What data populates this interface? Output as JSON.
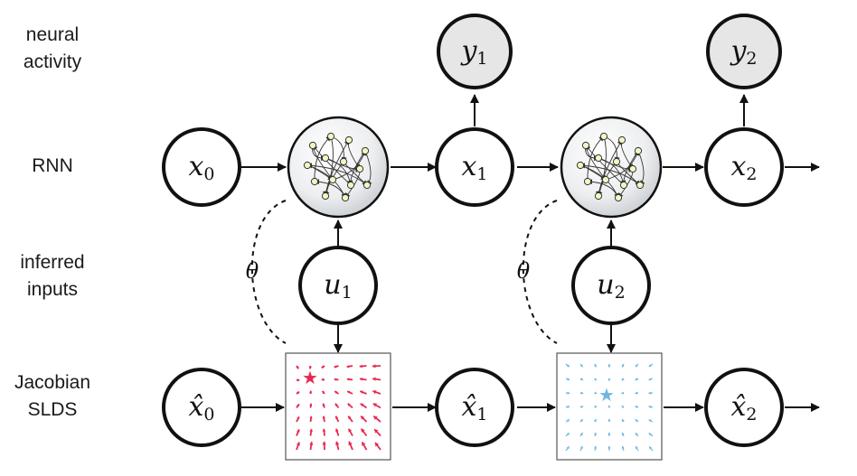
{
  "row_labels": {
    "neural_activity": [
      "neural",
      "activity"
    ],
    "rnn": [
      "RNN"
    ],
    "inferred_inputs": [
      "inferred",
      "inputs"
    ],
    "jacobian_slds": [
      "Jacobian",
      "SLDS"
    ]
  },
  "nodes": {
    "x0": {
      "base": "x",
      "sub": "0"
    },
    "x1": {
      "base": "x",
      "sub": "1"
    },
    "x2": {
      "base": "x",
      "sub": "2"
    },
    "y1": {
      "base": "y",
      "sub": "1"
    },
    "y2": {
      "base": "y",
      "sub": "2"
    },
    "u1": {
      "base": "u",
      "sub": "1"
    },
    "u2": {
      "base": "u",
      "sub": "2"
    },
    "xh0": {
      "base": "x̂",
      "sub": "0"
    },
    "xh1": {
      "base": "x̂",
      "sub": "1"
    },
    "xh2": {
      "base": "x̂",
      "sub": "2"
    }
  },
  "theta_label": "θ",
  "colors": {
    "node_stroke": "#111111",
    "observed_fill": "#e6e6e6",
    "vector_field_1": "#e8294f",
    "vector_field_2": "#6cb8e0",
    "rnn_ball_fill": "#eef0f2"
  },
  "icons": {
    "rnn_1": "rnn-network-icon",
    "rnn_2": "rnn-network-icon",
    "field_1": "vector-field-icon",
    "field_2": "vector-field-icon"
  }
}
